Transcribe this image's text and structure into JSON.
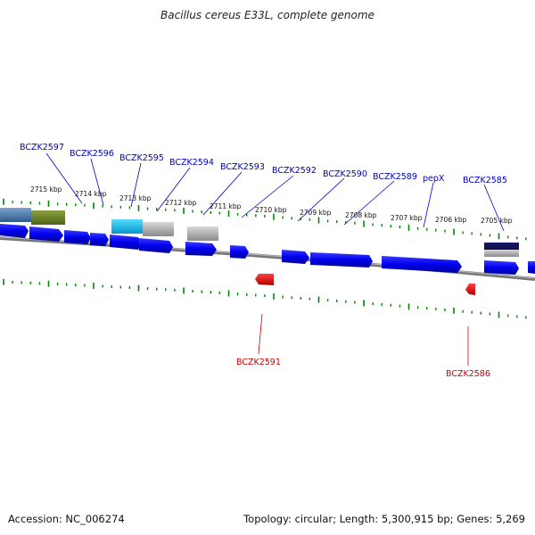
{
  "title": "Bacillus cereus E33L, complete genome",
  "footer": {
    "accession": "Accession: NC_006274",
    "summary": "Topology: circular; Length: 5,300,915 bp; Genes: 5,269"
  },
  "colors": {
    "forward_gene": "#0000ee",
    "reverse_gene": "#ee0000",
    "tick": "#008800",
    "backbone": "#777777",
    "label_forward": "#0000bb",
    "label_reverse": "#cc0000"
  },
  "scale_ticks": [
    "2715 kbp",
    "2714 kbp",
    "2713 kbp",
    "2712 kbp",
    "2711 kbp",
    "2710 kbp",
    "2709 kbp",
    "2708 kbp",
    "2707 kbp",
    "2706 kbp",
    "2705 kbp"
  ],
  "forward_labels": [
    "BCZK2597",
    "BCZK2596",
    "BCZK2595",
    "BCZK2594",
    "BCZK2593",
    "BCZK2592",
    "BCZK2590",
    "BCZK2589",
    "pepX",
    "BCZK2585"
  ],
  "reverse_labels": [
    "BCZK2591",
    "BCZK2586"
  ]
}
